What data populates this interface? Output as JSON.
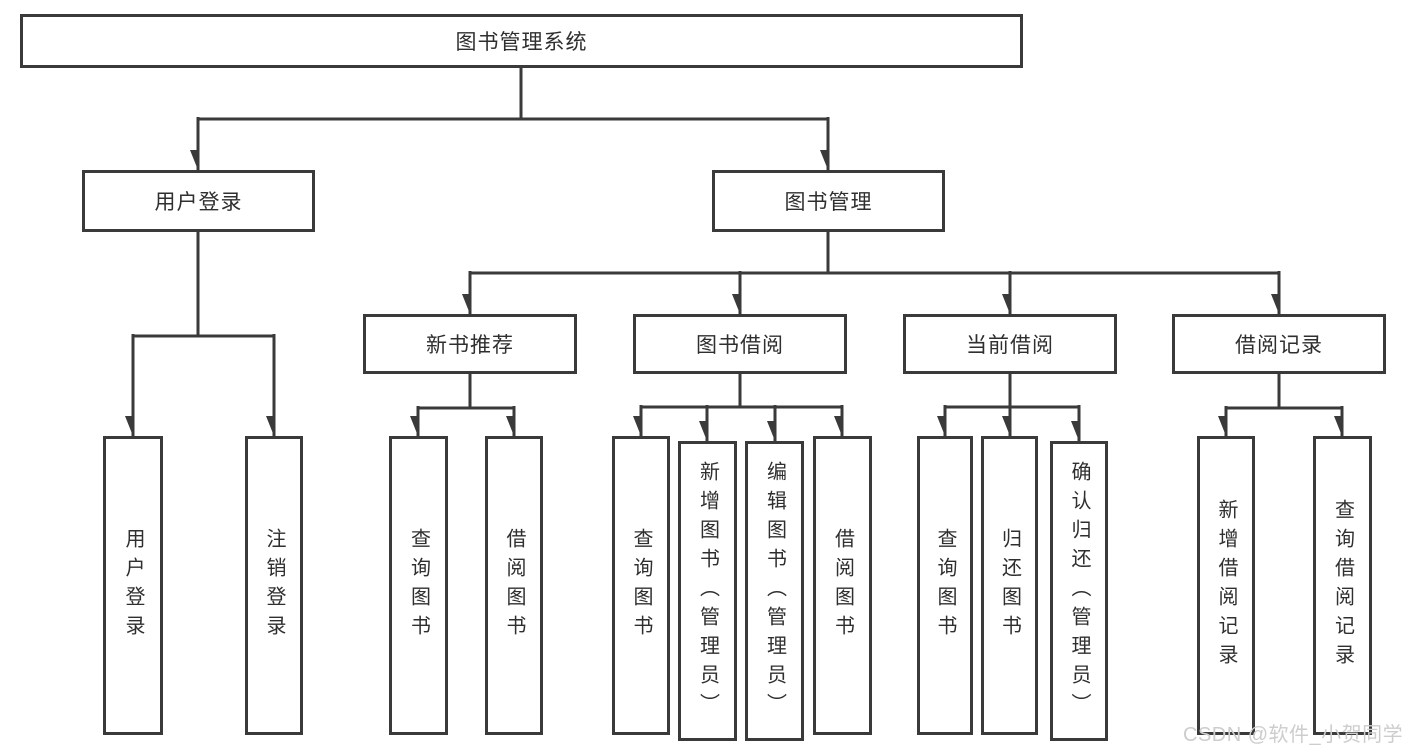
{
  "watermark": "CSDN @软件_小贺同学",
  "colors": {
    "line": "#3a3a3a",
    "box_border": "#3a3a3a",
    "text": "#2f2f2f",
    "watermark": "#cdcdcd",
    "background": "#ffffff"
  },
  "tree": {
    "root": {
      "label": "图书管理系统"
    },
    "branches": [
      {
        "label": "用户登录",
        "leaves": [
          {
            "label": "用户登录"
          },
          {
            "label": "注销登录"
          }
        ]
      },
      {
        "label": "图书管理",
        "groups": [
          {
            "label": "新书推荐",
            "leaves": [
              {
                "label": "查询图书"
              },
              {
                "label": "借阅图书"
              }
            ]
          },
          {
            "label": "图书借阅",
            "leaves": [
              {
                "label": "查询图书"
              },
              {
                "label": "新增图书（管理员）"
              },
              {
                "label": "编辑图书（管理员）"
              },
              {
                "label": "借阅图书"
              }
            ]
          },
          {
            "label": "当前借阅",
            "leaves": [
              {
                "label": "查询图书"
              },
              {
                "label": "归还图书"
              },
              {
                "label": "确认归还（管理员）"
              }
            ]
          },
          {
            "label": "借阅记录",
            "leaves": [
              {
                "label": "新增借阅记录"
              },
              {
                "label": "查询借阅记录"
              }
            ]
          }
        ]
      }
    ]
  }
}
